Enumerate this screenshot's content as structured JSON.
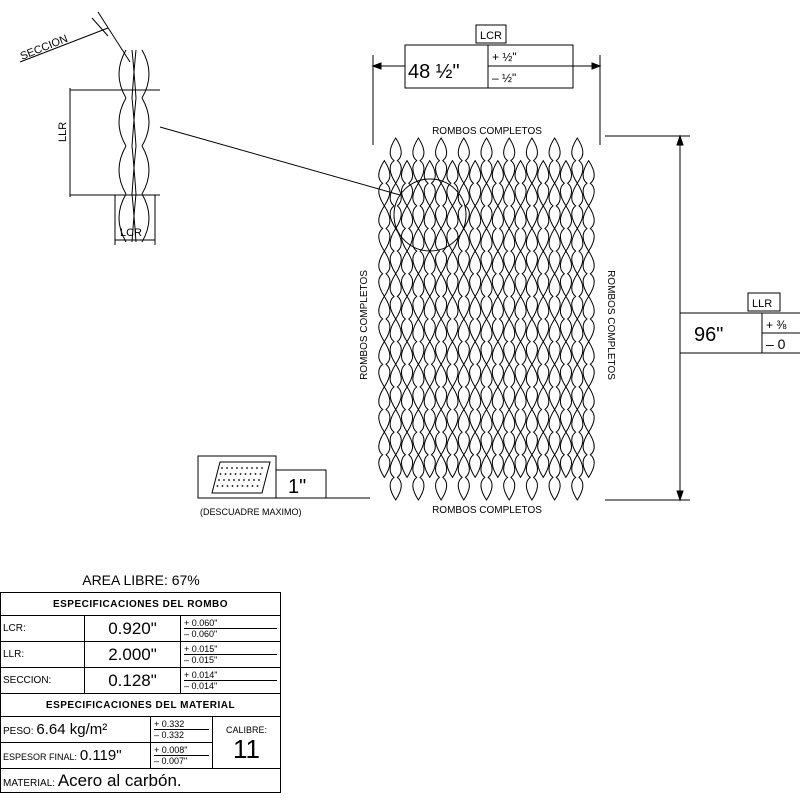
{
  "detail": {
    "seccion_label": "SECCION",
    "llr_label": "LLR",
    "lcr_label": "LCR"
  },
  "top_dimension": {
    "badge": "LCR",
    "value": "48 ½\"",
    "tol_plus": "+  ½\"",
    "tol_minus": "–  ½\""
  },
  "right_dimension": {
    "badge": "LLR",
    "value": "96\"",
    "tol_plus": "+ ⅜",
    "tol_minus": "– 0"
  },
  "mesh": {
    "top_label": "ROMBOS  COMPLETOS",
    "bottom_label": "ROMBOS  COMPLETOS",
    "left_label": "ROMBOS COMPLETOS",
    "right_label": "ROMBOS COMPLETOS"
  },
  "descuadre": {
    "value": "1\"",
    "caption": "(DESCUADRE MAXIMO)"
  },
  "specs": {
    "area_libre": "AREA LIBRE: 67%",
    "rombo_header": "ESPECIFICACIONES DEL ROMBO",
    "rows": [
      {
        "label": "LCR:",
        "value": "0.920\"",
        "plus": "+ 0.060\"",
        "minus": "– 0.060\""
      },
      {
        "label": "LLR:",
        "value": "2.000\"",
        "plus": "+ 0.015\"",
        "minus": "– 0.015\""
      },
      {
        "label": "SECCION:",
        "value": "0.128\"",
        "plus": "+ 0.014\"",
        "minus": "– 0.014\""
      }
    ],
    "material_header": "ESPECIFICACIONES DEL MATERIAL",
    "peso_label": "PESO:",
    "peso_value": "6.64 kg/m²",
    "peso_plus": "+ 0.332",
    "peso_minus": "– 0.332",
    "espesor_label": "ESPESOR FINAL:",
    "espesor_value": "0.119\"",
    "espesor_plus": "+ 0.008\"",
    "espesor_minus": "– 0.007\"",
    "calibre_label": "CALIBRE:",
    "calibre_value": "11",
    "material_label": "MATERIAL:",
    "material_value": "Acero al carbón."
  }
}
